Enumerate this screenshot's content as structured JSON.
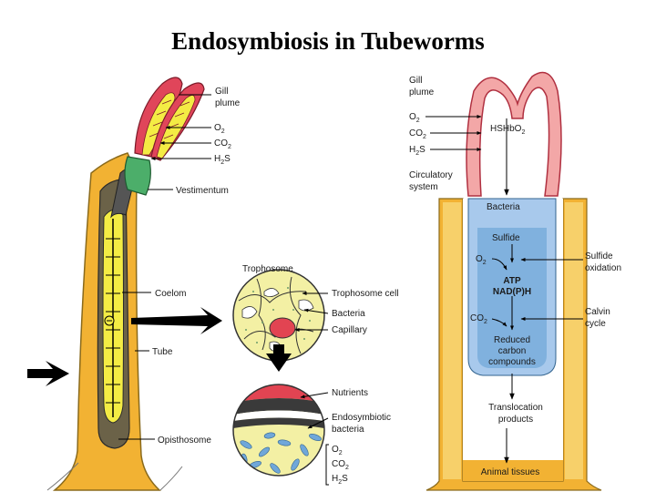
{
  "title": "Endosymbiosis in Tubeworms",
  "left_labels": {
    "gill_plume_1": "Gill",
    "gill_plume_2": "plume",
    "o2": "O",
    "co2": "CO",
    "h2s_h": "H",
    "h2s_s": "S",
    "vestimentum": "Vestimentum",
    "coelom": "Coelom",
    "tube": "Tube",
    "opisthosome": "Opisthosome"
  },
  "middle_labels": {
    "trophosome": "Trophosome",
    "trophosome_cell": "Trophosome cell",
    "bacteria": "Bacteria",
    "capillary": "Capillary",
    "nutrients": "Nutrients",
    "endosymbiotic_1": "Endosymbiotic",
    "endosymbiotic_2": "bacteria",
    "o2": "O",
    "co2": "CO",
    "h2s_h": "H",
    "h2s_s": "S"
  },
  "right_labels": {
    "gill_plume_1": "Gill",
    "gill_plume_2": "plume",
    "o2": "O",
    "co2": "CO",
    "h2s_h": "H",
    "h2s_s": "S",
    "hshbo2": "HSHbO",
    "circulatory_1": "Circulatory",
    "circulatory_2": "system",
    "bacteria": "Bacteria",
    "sulfide": "Sulfide",
    "o2_inner": "O",
    "atp": "ATP",
    "nadph": "NAD(P)H",
    "co2_inner": "CO",
    "reduced_1": "Reduced",
    "reduced_2": "carbon",
    "reduced_3": "compounds",
    "sulfide_ox_1": "Sulfide",
    "sulfide_ox_2": "oxidation",
    "calvin_1": "Calvin",
    "calvin_2": "cycle",
    "translocation_1": "Translocation",
    "translocation_2": "products",
    "animal_tissues": "Animal tissues"
  },
  "subscript": "2",
  "colors": {
    "tube_orange": "#f2b233",
    "gill_red": "#e0455a",
    "gill_yellow": "#f4ec44",
    "vestimentum_green": "#4cae6a",
    "bacteria_blue": "#6fa7d9",
    "cell_yellow": "#f3f0a4",
    "capillary_red": "#e24452"
  }
}
